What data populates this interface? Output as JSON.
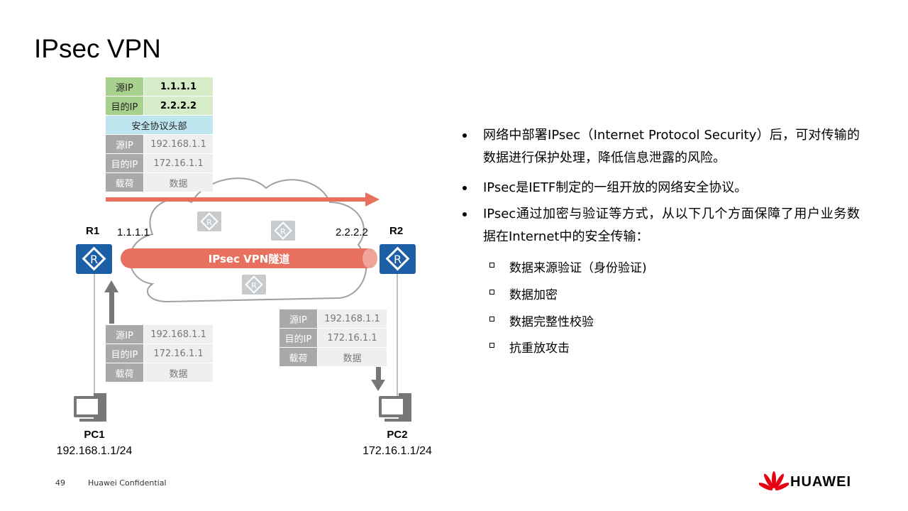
{
  "title": "IPsec VPN",
  "outer_packet": {
    "rows": [
      {
        "k": "源IP",
        "v": "1.1.1.1"
      },
      {
        "k": "目的IP",
        "v": "2.2.2.2"
      }
    ],
    "header": "安全协议头部",
    "inner": [
      {
        "k": "源IP",
        "v": "192.168.1.1"
      },
      {
        "k": "目的IP",
        "v": "172.16.1.1"
      },
      {
        "k": "载荷",
        "v": "数据"
      }
    ]
  },
  "left_packet": [
    {
      "k": "源IP",
      "v": "192.168.1.1"
    },
    {
      "k": "目的IP",
      "v": "172.16.1.1"
    },
    {
      "k": "载荷",
      "v": "数据"
    }
  ],
  "right_packet": [
    {
      "k": "源IP",
      "v": "192.168.1.1"
    },
    {
      "k": "目的IP",
      "v": "172.16.1.1"
    },
    {
      "k": "载荷",
      "v": "数据"
    }
  ],
  "r1": {
    "name": "R1",
    "ip": "1.1.1.1"
  },
  "r2": {
    "name": "R2",
    "ip": "2.2.2.2"
  },
  "tunnel": "IPsec VPN隧道",
  "pc1": {
    "name": "PC1",
    "ip": "192.168.1.1/24"
  },
  "pc2": {
    "name": "PC2",
    "ip": "172.16.1.1/24"
  },
  "bullets": [
    "网络中部署IPsec（Internet Protocol Security）后，可对传输的数据进行保护处理，降低信息泄露的风险。",
    "IPsec是IETF制定的一组开放的网络安全协议。",
    "IPsec通过加密与验证等方式，从以下几个方面保障了用户业务数据在Internet中的安全传输："
  ],
  "sub_bullets": [
    "数据来源验证（身份验证)",
    "数据加密",
    "数据完整性校验",
    "抗重放攻击"
  ],
  "footer": {
    "page": "49",
    "confidential": "Huawei Confidential",
    "brand": "HUAWEI"
  },
  "colors": {
    "tunnel": "#e8705f",
    "router": "#1d5fa6",
    "brand": "#e60012"
  }
}
